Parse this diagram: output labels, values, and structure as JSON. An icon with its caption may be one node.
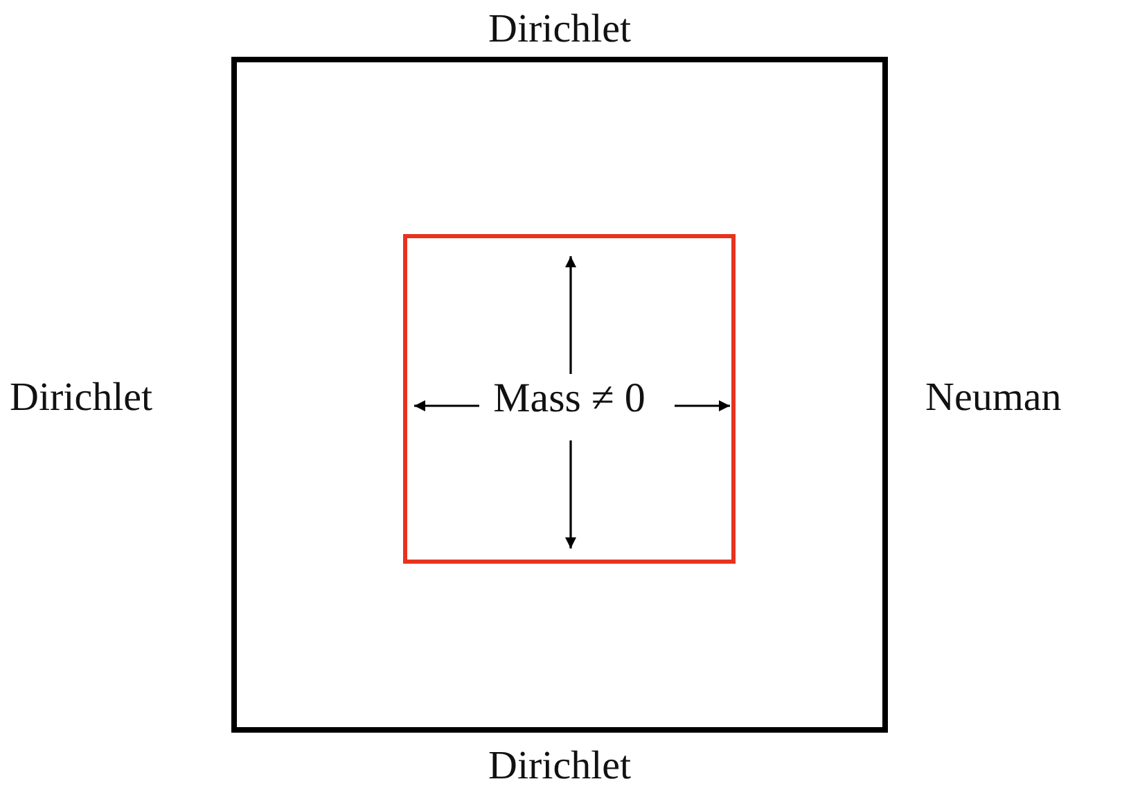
{
  "diagram": {
    "nodes": [
      {
        "text": [],
        "shape": "box",
        "beside": [
          "Dirichlet",
          "Dirichlet",
          "Neuman",
          "Dirichlet"
        ]
      },
      {
        "text": [
          "Mass ≠ 0"
        ],
        "in": 0
      }
    ]
  }
}
